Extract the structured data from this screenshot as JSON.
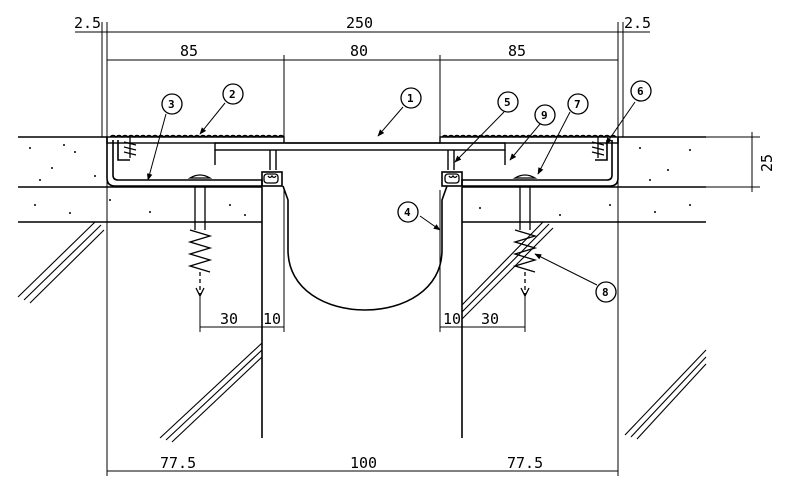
{
  "dimensions": {
    "left_edge": "2.5",
    "overall_width": "250",
    "right_edge": "2.5",
    "left_cover": "85",
    "center_cover": "80",
    "right_cover": "85",
    "height": "25",
    "left_anchor_offset": "30",
    "left_gap": "10",
    "right_gap": "10",
    "right_anchor_offset": "30",
    "left_base": "77.5",
    "center_base": "100",
    "right_base": "77.5"
  },
  "callouts": [
    "1",
    "2",
    "3",
    "4",
    "5",
    "6",
    "7",
    "8",
    "9"
  ],
  "colors": {
    "line": "#000000",
    "background": "#ffffff"
  }
}
